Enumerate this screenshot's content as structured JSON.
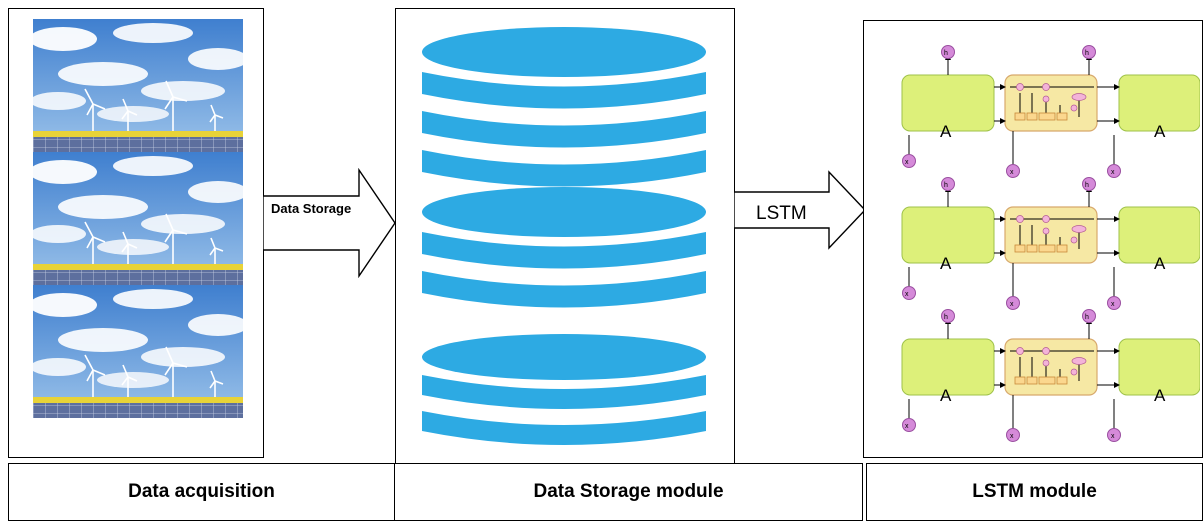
{
  "panels": {
    "acquisition": {
      "caption": "Data acquisition"
    },
    "storage": {
      "caption": "Data Storage module"
    },
    "lstm": {
      "caption": "LSTM module"
    }
  },
  "arrows": {
    "storage_arrow": {
      "label": "Data Storage"
    },
    "lstm_arrow": {
      "label": "LSTM"
    }
  },
  "lstm_cell": {
    "block_label": "A",
    "output_label": "h",
    "input_label": "x"
  },
  "colors": {
    "disk": "#2daae3",
    "lstm_block": "#ddf07a",
    "lstm_core": "#f6e8a4",
    "node": "#d58ad9",
    "sky": "#5f97d6",
    "solar": "#6a7ca8",
    "field": "#e8d338"
  }
}
